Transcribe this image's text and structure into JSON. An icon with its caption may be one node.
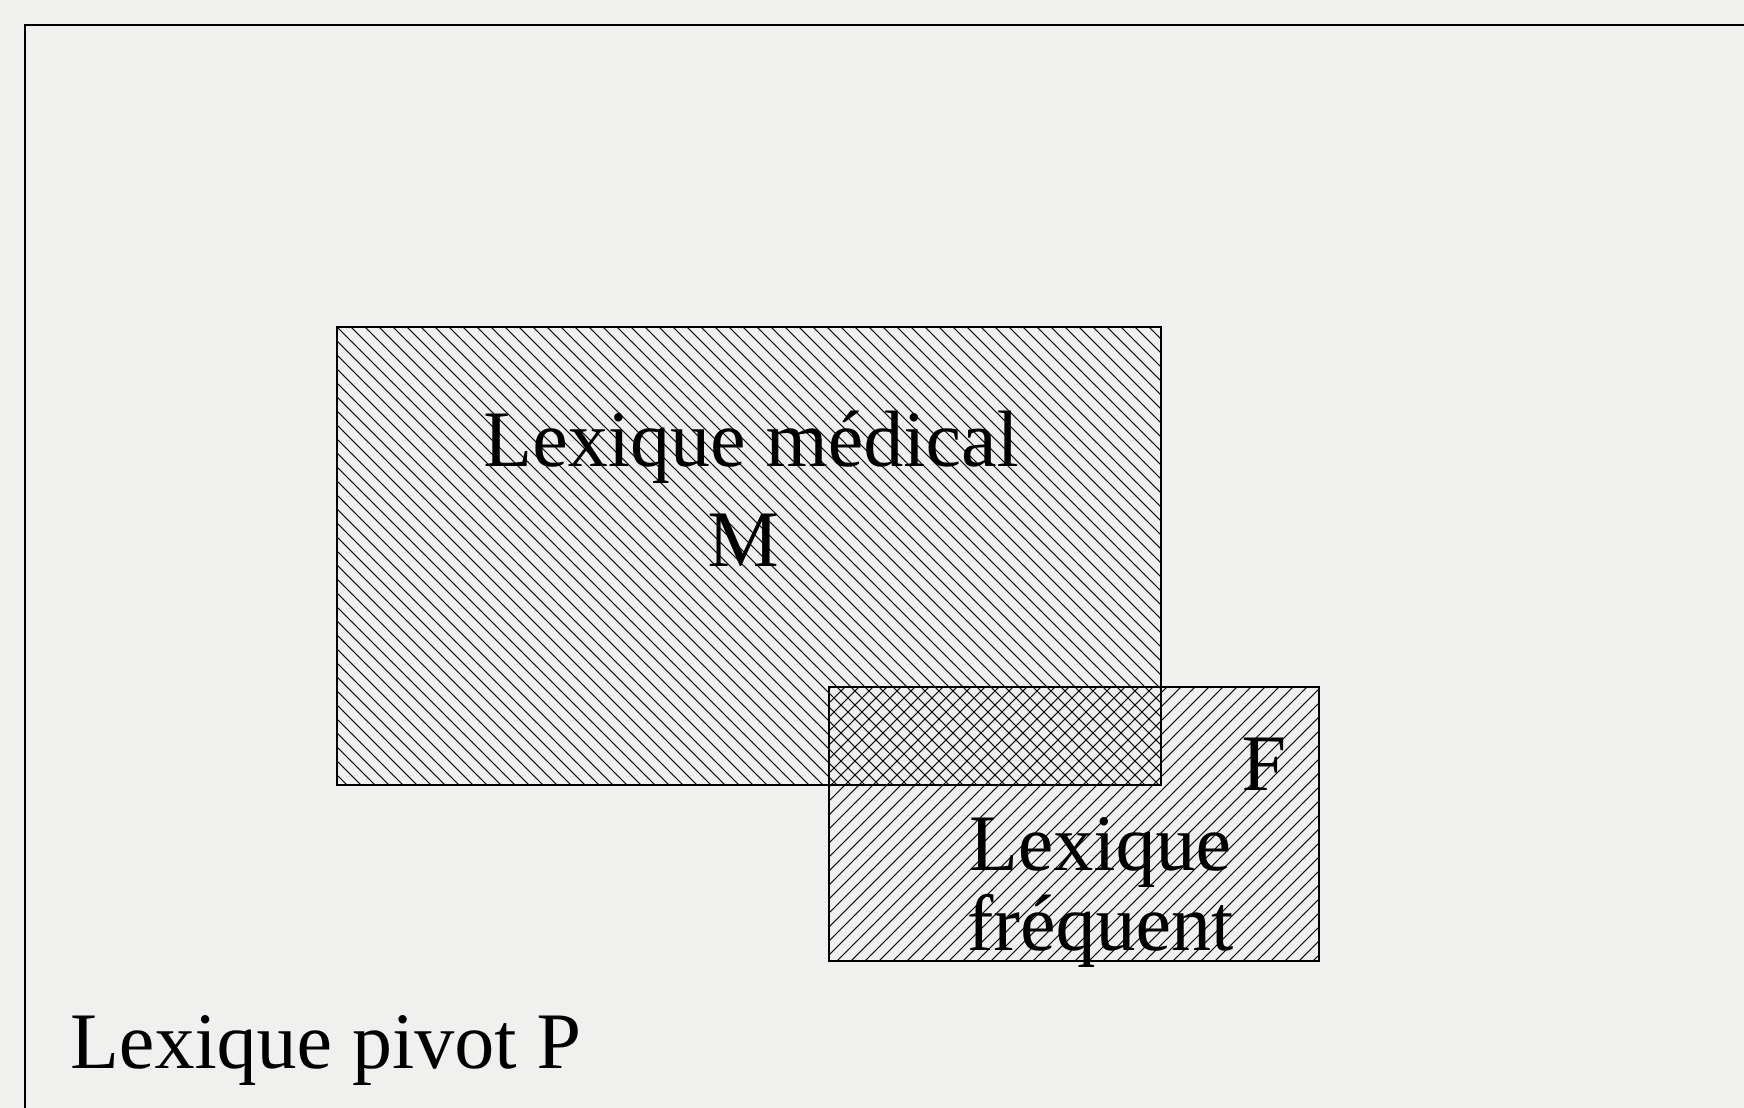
{
  "diagram": {
    "nodes": [
      {
        "text": [
          "Lexique pivot P"
        ]
      },
      {
        "text": [
          "Lexique médical",
          "M"
        ],
        "in": 0
      },
      {
        "text": [
          "F",
          "Lexique fréquent"
        ],
        "in": 0
      }
    ]
  }
}
